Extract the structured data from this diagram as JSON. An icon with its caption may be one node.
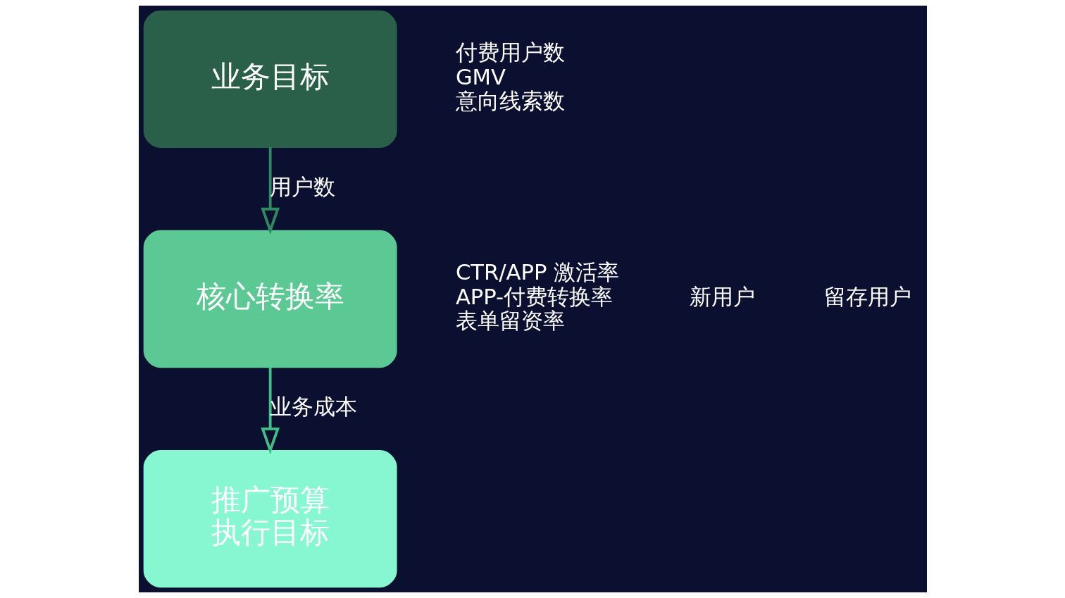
{
  "diagram": {
    "nodes": [
      {
        "text": [
          "业务目标"
        ],
        "beside": [
          "付费用户数",
          "GMV",
          "意向线索数"
        ]
      },
      {
        "text": [
          "核心转换率"
        ],
        "beside": [
          "CTR/APP 激活率",
          "APP-付费转换率",
          "表单留资率"
        ]
      },
      {
        "text": [
          "推广预算",
          "执行目标"
        ]
      }
    ],
    "edges": [
      {
        "from": 0,
        "to": 1,
        "arrow": "to",
        "label": "用户数"
      },
      {
        "from": 1,
        "to": 2,
        "arrow": "to",
        "label": "业务成本"
      }
    ],
    "labels": [
      "新用户",
      "留存用户"
    ]
  }
}
